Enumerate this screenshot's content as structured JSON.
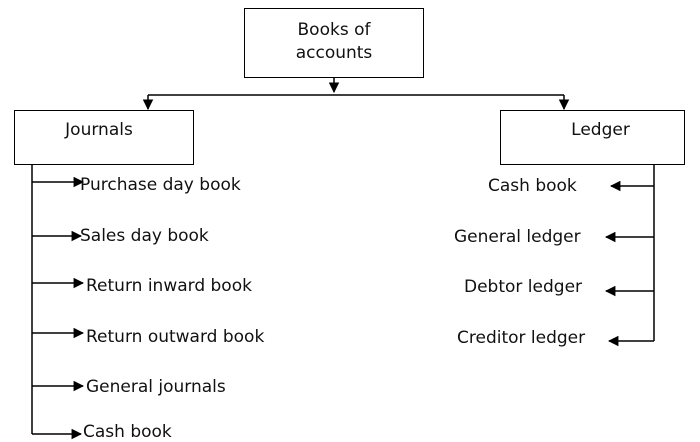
{
  "root": {
    "line1": "Books of",
    "line2": "accounts"
  },
  "journals": {
    "label": "Journals",
    "items": [
      "Purchase day book",
      "Sales day book",
      "Return inward book",
      "Return outward book",
      "General journals",
      "Cash book"
    ]
  },
  "ledger": {
    "label": "Ledger",
    "items": [
      "Cash book",
      "General ledger",
      "Debtor ledger",
      "Creditor ledger"
    ]
  },
  "colors": {
    "line": "#000000",
    "text": "#111111",
    "background": "#ffffff"
  }
}
